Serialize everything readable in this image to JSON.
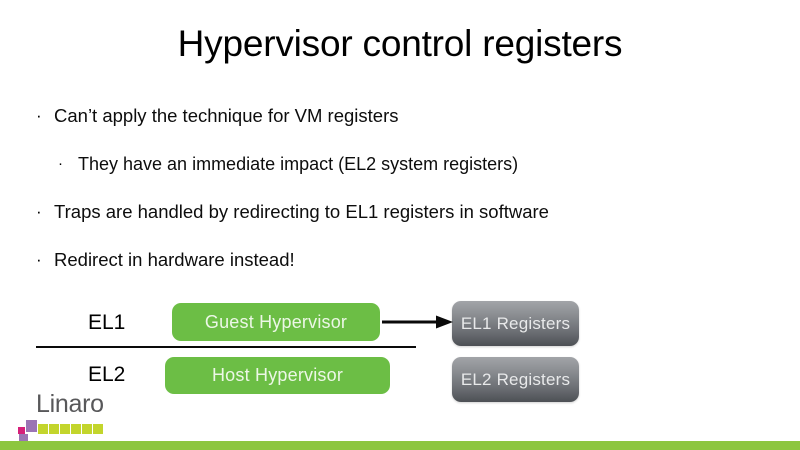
{
  "slide": {
    "title": "Hypervisor control registers",
    "bullets": [
      {
        "level": 1,
        "marker": "·",
        "text": "Can’t apply the technique for VM registers"
      },
      {
        "level": 2,
        "marker": "·",
        "text": "They have an immediate impact (EL2 system registers)"
      },
      {
        "level": 1,
        "marker": "·",
        "text": "Traps are handled by redirecting to EL1 registers in software"
      },
      {
        "level": 1,
        "marker": "·",
        "text": "Redirect in hardware instead!"
      }
    ],
    "diagram": {
      "el1_label": "EL1",
      "el2_label": "EL2",
      "guest_hypervisor": "Guest Hypervisor",
      "host_hypervisor": "Host Hypervisor",
      "el1_registers": "EL1 Registers",
      "el2_registers": "EL2 Registers",
      "arrow_label": "redirect-arrow"
    },
    "logo": {
      "wordmark": "Linaro"
    },
    "colors": {
      "green_box": "#6cbe45",
      "gray_box_top": "#a2a4a8",
      "gray_box_bottom": "#4d5055",
      "footer_green": "#8dc63f",
      "logo_text": "#58585a",
      "logo_magenta": "#d6207a",
      "logo_purple": "#9b74b4",
      "logo_yellowgreen": "#c3d52c",
      "title_text": "#000000",
      "body_text": "#0d0d0d"
    }
  }
}
